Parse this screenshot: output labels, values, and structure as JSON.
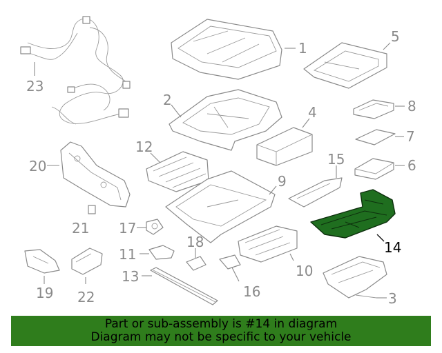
{
  "labels": {
    "p1": "1",
    "p2": "2",
    "p3": "3",
    "p4": "4",
    "p5": "5",
    "p6": "6",
    "p7": "7",
    "p8": "8",
    "p9": "9",
    "p10": "10",
    "p11": "11",
    "p12": "12",
    "p13": "13",
    "p14": "14",
    "p15": "15",
    "p16": "16",
    "p17": "17",
    "p18": "18",
    "p19": "19",
    "p20": "20",
    "p21": "21",
    "p22": "22",
    "p23": "23"
  },
  "highlighted_part": "14",
  "banner": {
    "line1": "Part or sub-assembly is #14 in diagram",
    "line2": "Diagram may not be specific to your vehicle"
  },
  "colors": {
    "highlight_fill": "#1f6e1f",
    "banner_background": "#2f7d1c",
    "line_art": "#8a8a8a"
  }
}
